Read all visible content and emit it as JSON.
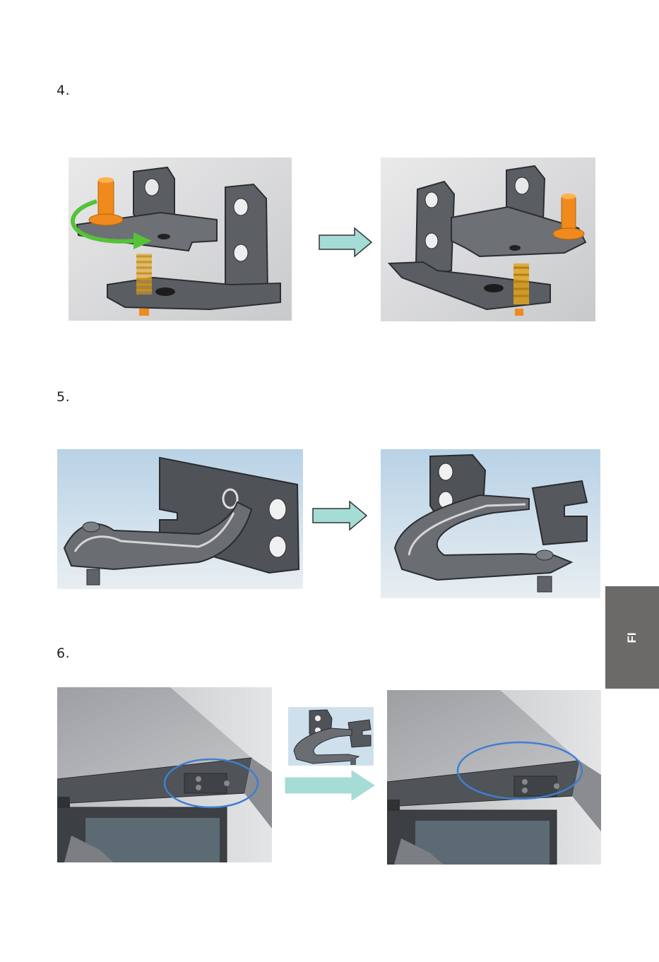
{
  "steps": [
    {
      "number": "4."
    },
    {
      "number": "5."
    },
    {
      "number": "6."
    }
  ],
  "side_tab": {
    "label": "FI"
  },
  "colors": {
    "metal": "#5a5d62",
    "metal_light": "#7c7f84",
    "bolt": "#f08a1c",
    "spring": "#e0a322",
    "rotate_arrow": "#55c23a",
    "step_arrow": "#a6dcd6",
    "highlight_ellipse": "#3f7fd0",
    "tab": "#6c6a68"
  },
  "icons": [
    "rotate-arrow-icon",
    "right-arrow-icon"
  ]
}
